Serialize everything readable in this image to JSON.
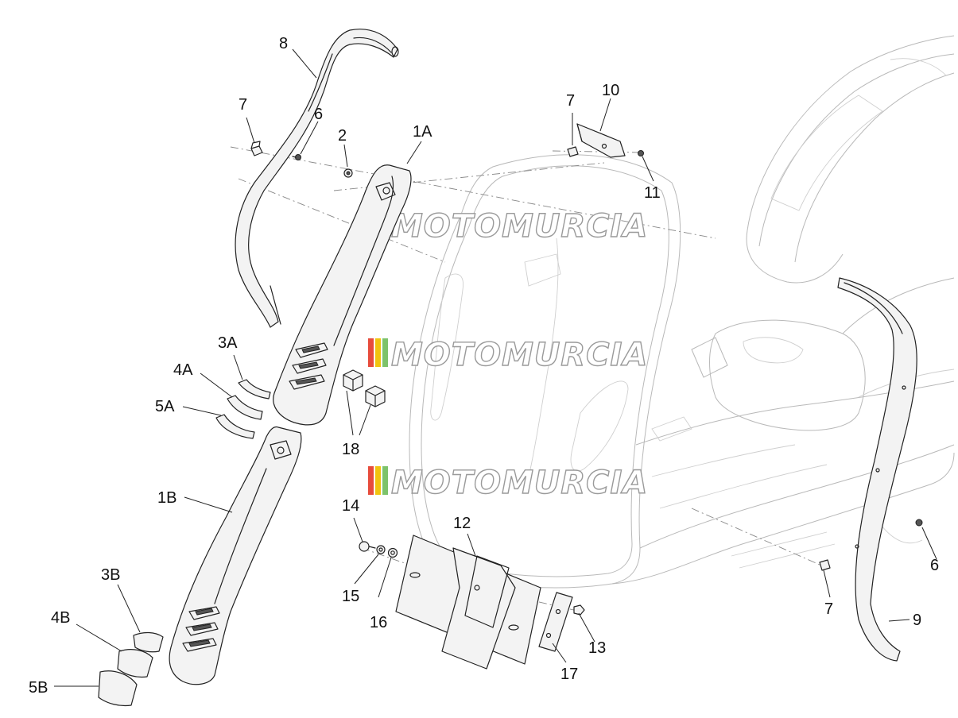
{
  "watermark": {
    "text": "MOTOMURCIA",
    "stripe_colors": [
      "#e74c3c",
      "#f1c40f",
      "#7dc36b"
    ]
  },
  "callouts": {
    "c8": "8",
    "c7_left": "7",
    "c6_left": "6",
    "c2": "2",
    "c1A": "1A",
    "c7_top": "7",
    "c10": "10",
    "c11": "11",
    "c3A": "3A",
    "c4A": "4A",
    "c5A": "5A",
    "c18": "18",
    "c1B": "1B",
    "c3B": "3B",
    "c4B": "4B",
    "c5B": "5B",
    "c14": "14",
    "c15": "15",
    "c16": "16",
    "c12": "12",
    "c13": "13",
    "c17": "17",
    "c6_right": "6",
    "c7_right": "7",
    "c9": "9"
  }
}
